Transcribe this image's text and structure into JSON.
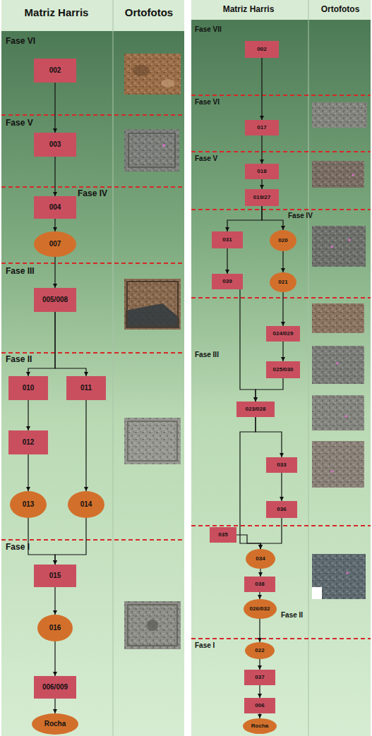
{
  "diagram": {
    "nodes": [
      {
        "text": [
          "002"
        ]
      },
      {
        "text": [
          "003"
        ]
      },
      {
        "text": [
          "004"
        ]
      },
      {
        "text": [
          "007"
        ]
      },
      {
        "text": [
          "005/008"
        ]
      },
      {
        "text": [
          "010"
        ]
      },
      {
        "text": [
          "011"
        ]
      },
      {
        "text": [
          "012"
        ]
      },
      {
        "text": [
          "013"
        ]
      },
      {
        "text": [
          "014"
        ]
      },
      {
        "text": [
          "015"
        ]
      },
      {
        "text": [
          "016"
        ]
      },
      {
        "text": [
          "006/009"
        ]
      },
      {
        "text": [
          "Rocha"
        ]
      },
      {
        "text": [
          "002"
        ]
      },
      {
        "text": [
          "017"
        ]
      },
      {
        "text": [
          "018"
        ]
      },
      {
        "text": [
          "019/27"
        ]
      },
      {
        "text": [
          "031"
        ]
      },
      {
        "text": [
          "020"
        ]
      },
      {
        "text": [
          "039"
        ]
      },
      {
        "text": [
          "021"
        ]
      },
      {
        "text": [
          "024/029"
        ]
      },
      {
        "text": [
          "025/030"
        ]
      },
      {
        "text": [
          "023/028"
        ]
      },
      {
        "text": [
          "033"
        ]
      },
      {
        "text": [
          "036"
        ]
      },
      {
        "text": [
          "035"
        ]
      },
      {
        "text": [
          "034"
        ]
      },
      {
        "text": [
          "038"
        ]
      },
      {
        "text": [
          "026/032"
        ]
      },
      {
        "text": [
          "022"
        ]
      },
      {
        "text": [
          "037"
        ]
      },
      {
        "text": [
          "006"
        ]
      },
      {
        "text": [
          "Rocha"
        ]
      }
    ],
    "edges": [
      {
        "from": 0,
        "to": 1,
        "arrow": "to"
      },
      {
        "from": 1,
        "to": 2,
        "arrow": "to"
      },
      {
        "from": 2,
        "to": 3,
        "arrow": "to"
      },
      {
        "from": 3,
        "to": 4,
        "arrow": "to"
      },
      {
        "from": 4,
        "to": 5,
        "arrow": "to"
      },
      {
        "from": 4,
        "to": 6,
        "arrow": "to"
      },
      {
        "from": 5,
        "to": 7,
        "arrow": "to"
      },
      {
        "from": 7,
        "to": 8,
        "arrow": "to"
      },
      {
        "from": 6,
        "to": 9,
        "arrow": "to"
      },
      {
        "from": 8,
        "to": 10,
        "arrow": "to"
      },
      {
        "from": 9,
        "to": 10,
        "arrow": "to"
      },
      {
        "from": 10,
        "to": 11,
        "arrow": "to"
      },
      {
        "from": 11,
        "to": 12,
        "arrow": "to"
      },
      {
        "from": 12,
        "to": 13,
        "arrow": "to"
      },
      {
        "from": 14,
        "to": 15,
        "arrow": "to"
      },
      {
        "from": 15,
        "to": 16,
        "arrow": "to"
      },
      {
        "from": 16,
        "to": 17,
        "arrow": "to"
      },
      {
        "from": 17,
        "to": 18,
        "arrow": "to"
      },
      {
        "from": 17,
        "to": 19,
        "arrow": "to"
      },
      {
        "from": 18,
        "to": 20,
        "arrow": "to"
      },
      {
        "from": 19,
        "to": 21,
        "arrow": "to"
      },
      {
        "from": 21,
        "to": 22,
        "arrow": "to"
      },
      {
        "from": 22,
        "to": 23,
        "arrow": "to"
      },
      {
        "from": 20,
        "to": 24,
        "arrow": "to"
      },
      {
        "from": 23,
        "to": 24,
        "arrow": "to"
      },
      {
        "from": 24,
        "to": 25,
        "arrow": "to"
      },
      {
        "from": 24,
        "to": 28,
        "arrow": "to"
      },
      {
        "from": 25,
        "to": 26,
        "arrow": "to"
      },
      {
        "from": 26,
        "to": 28,
        "arrow": "to"
      },
      {
        "from": 27,
        "to": 28,
        "arrow": "to"
      },
      {
        "from": 28,
        "to": 29,
        "arrow": "to"
      },
      {
        "from": 29,
        "to": 30,
        "arrow": "to"
      },
      {
        "from": 30,
        "to": 31,
        "arrow": "to"
      },
      {
        "from": 31,
        "to": 32,
        "arrow": "to"
      },
      {
        "from": 32,
        "to": 33,
        "arrow": "to"
      },
      {
        "from": 33,
        "to": 34,
        "arrow": "to"
      }
    ],
    "labels": [
      "Matriz Harris",
      "Ortofotos",
      "Fase VI",
      "Fase V",
      "Fase IV",
      "Fase III",
      "Fase II",
      "Fase I",
      "Matriz Harris",
      "Ortofotos",
      "Fase VII",
      "Fase VI",
      "Fase V",
      "Fase IV",
      "Fase III",
      "Fase II",
      "Fase I"
    ]
  }
}
